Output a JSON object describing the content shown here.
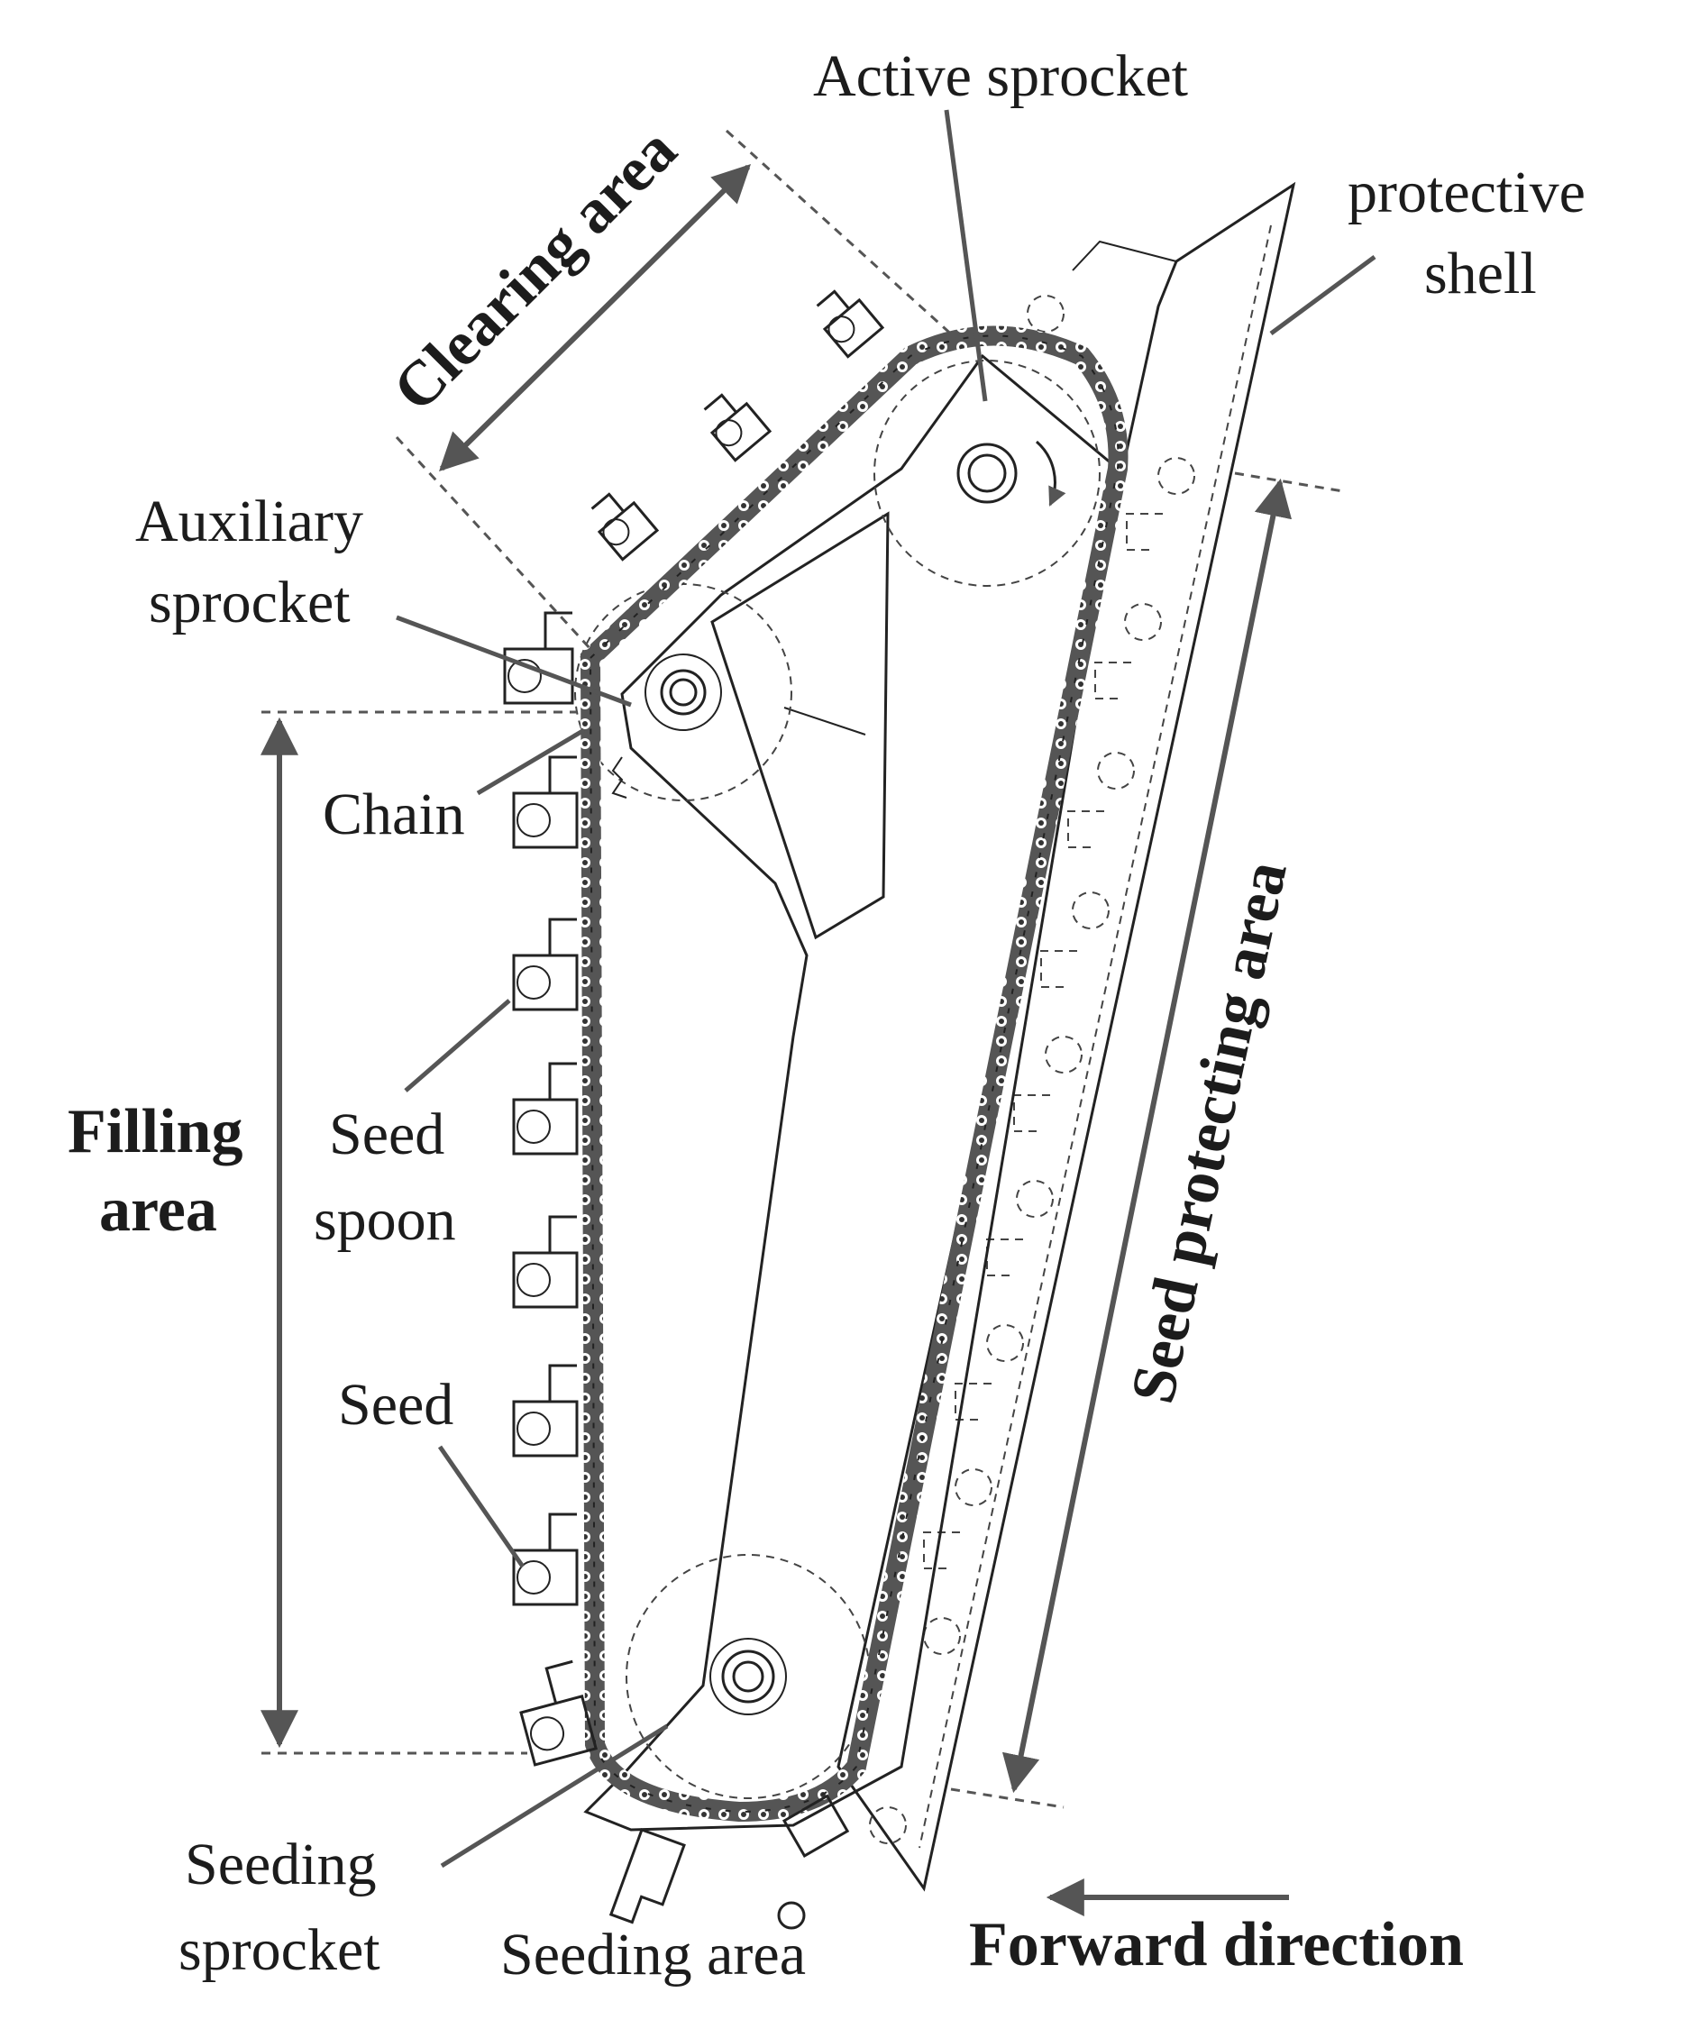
{
  "labels": {
    "active_sprocket": "Active sprocket",
    "protective_shell_1": "protective",
    "protective_shell_2": "shell",
    "clearing_area": "Clearing area",
    "auxiliary_sprocket_1": "Auxiliary",
    "auxiliary_sprocket_2": "sprocket",
    "chain": "Chain",
    "filling_area_1": "Filling",
    "filling_area_2": "area",
    "seed_spoon_1": "Seed",
    "seed_spoon_2": "spoon",
    "seed": "Seed",
    "seed_protecting_area": "Seed protecting  area",
    "seeding_sprocket_1": "Seeding",
    "seeding_sprocket_2": "sprocket",
    "seeding_area": "Seeding area",
    "forward_direction": "Forward direction"
  },
  "colors": {
    "line": "#222222",
    "annotation": "#555555",
    "background": "#ffffff"
  }
}
